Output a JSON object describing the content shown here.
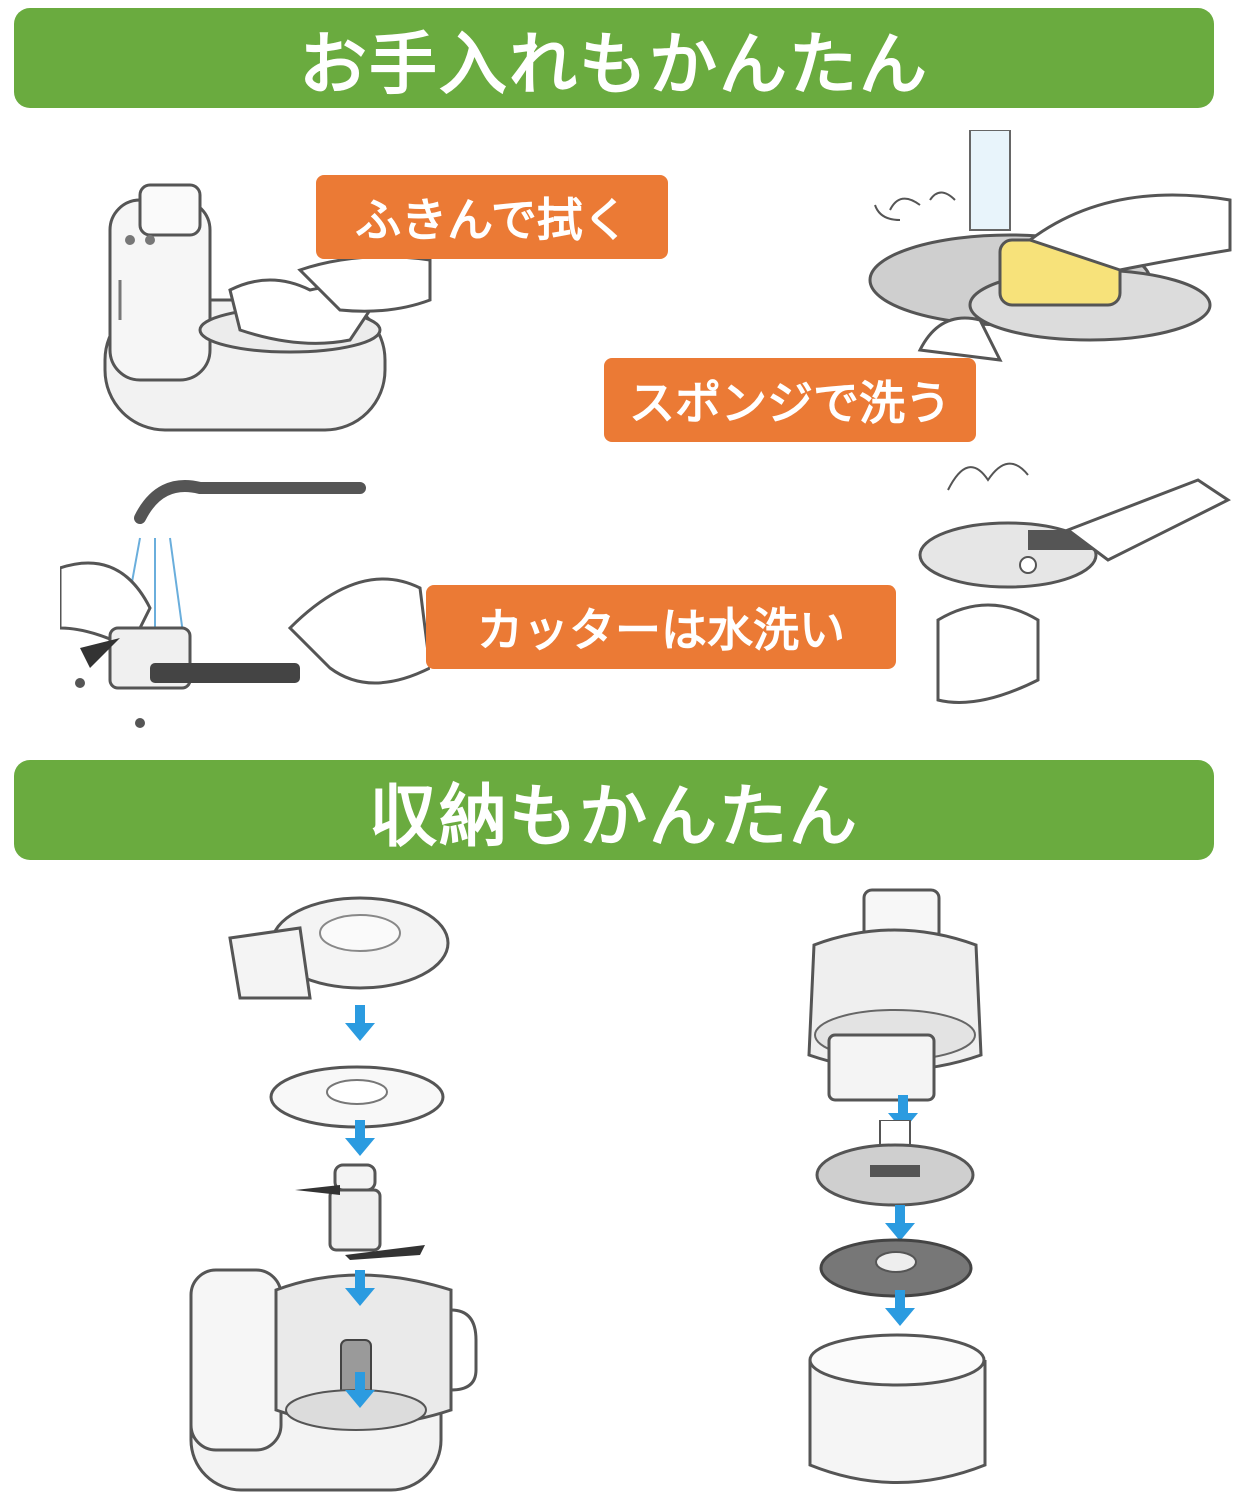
{
  "sections": {
    "care": {
      "title": "お手入れもかんたん",
      "labels": {
        "wipe": "ふきんで拭く",
        "sponge": "スポンジで洗う",
        "cutter": "カッターは水洗い"
      }
    },
    "storage": {
      "title": "収納もかんたん"
    }
  },
  "colors": {
    "banner_green": "#6aab3f",
    "label_orange": "#eb7a35",
    "arrow_blue": "#2b9be0"
  },
  "icons": [
    "arrow-down-icon"
  ]
}
